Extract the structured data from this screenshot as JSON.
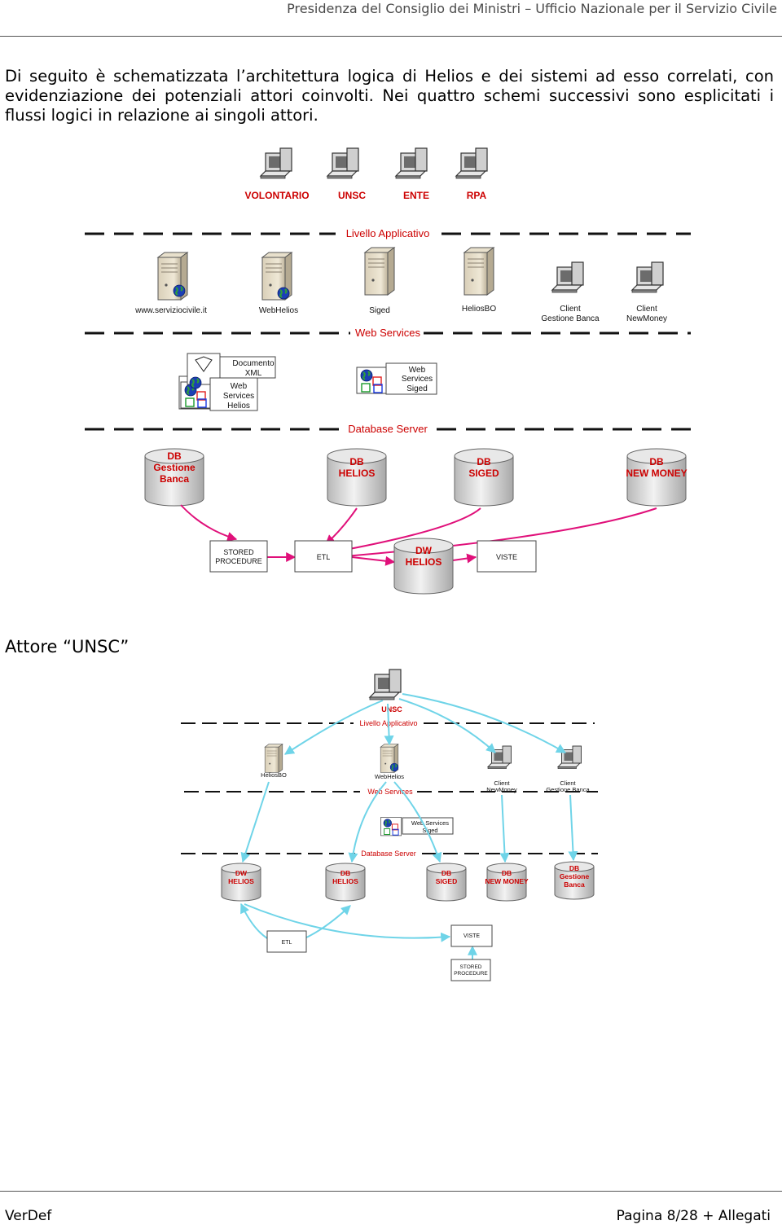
{
  "header": {
    "title": "Presidenza del Consiglio dei Ministri – Ufficio Nazionale per il Servizio Civile"
  },
  "intro": {
    "line1": "Di seguito è schematizzata l’architettura logica di Helios e dei sistemi ad esso correlati, con",
    "line2": "evidenziazione dei potenziali attori coinvolti. Nei quattro schemi successivi sono esplicitati i",
    "line3": "flussi logici in relazione ai singoli attori."
  },
  "diagram1": {
    "actors": [
      "VOLONTARIO",
      "UNSC",
      "ENTE",
      "RPA"
    ],
    "level_app": "Livello Applicativo",
    "servers": [
      "www.serviziocivile.it",
      "WebHelios",
      "Siged",
      "HeliosBO"
    ],
    "clients": [
      [
        "Client",
        "Gestione Banca"
      ],
      [
        "Client",
        "NewMoney"
      ]
    ],
    "level_ws": "Web Services",
    "ws_helios": [
      "Documento",
      "XML",
      "Web",
      "Services",
      "Helios"
    ],
    "ws_siged": [
      "Web",
      "Services",
      "Siged"
    ],
    "level_db": "Database  Server",
    "dbs": [
      [
        "DB",
        "Gestione",
        "Banca"
      ],
      [
        "DB",
        "HELIOS"
      ],
      [
        "DB",
        "SIGED"
      ],
      [
        "DB",
        "NEW MONEY"
      ]
    ],
    "etl_row": {
      "stored": [
        "STORED",
        "PROCEDURE"
      ],
      "etl": "ETL",
      "dw": [
        "DW",
        "HELIOS"
      ],
      "viste": "VISTE"
    }
  },
  "section2": {
    "title": "Attore “UNSC”"
  },
  "diagram2": {
    "actor": "UNSC",
    "level_app": "Livello Applicativo",
    "servers": [
      "HeliosBO",
      "WebHelios"
    ],
    "clients": [
      [
        "Client",
        "NewMoney"
      ],
      [
        "Client",
        "Gestione Banca"
      ]
    ],
    "level_ws": "Web Services",
    "ws_siged": [
      "Web Services",
      "Siged"
    ],
    "level_db": "Database  Server",
    "dbs": [
      [
        "DW",
        "HELIOS"
      ],
      [
        "DB",
        "HELIOS"
      ],
      [
        "DB",
        "SIGED"
      ],
      [
        "DB",
        "NEW MONEY"
      ],
      [
        "DB",
        "Gestione",
        "Banca"
      ]
    ],
    "etl": "ETL",
    "viste": "VISTE",
    "stored": [
      "STORED",
      "PROCEDURE"
    ]
  },
  "footer": {
    "left": "VerDef",
    "right": "Pagina 8/28 + Allegati"
  }
}
